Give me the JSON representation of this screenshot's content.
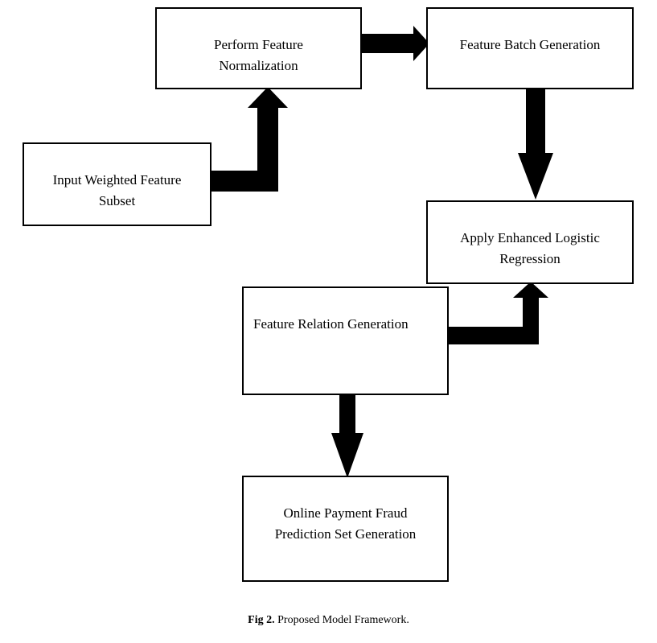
{
  "diagram": {
    "nodes": {
      "normalization": {
        "label": "Perform Feature\nNormalization"
      },
      "batch": {
        "label": "Feature Batch Generation"
      },
      "input": {
        "label": "Input Weighted Feature\nSubset"
      },
      "logistic": {
        "label": "Apply Enhanced Logistic\nRegression"
      },
      "relation": {
        "label": "Feature Relation Generation"
      },
      "prediction": {
        "label": "Online Payment Fraud\nPrediction Set Generation"
      }
    },
    "edges": [
      {
        "from": "input",
        "to": "normalization"
      },
      {
        "from": "normalization",
        "to": "batch"
      },
      {
        "from": "batch",
        "to": "logistic"
      },
      {
        "from": "relation",
        "to": "logistic"
      },
      {
        "from": "relation",
        "to": "prediction"
      }
    ]
  },
  "caption": {
    "number": "Fig 2.",
    "text": " Proposed Model Framework."
  }
}
